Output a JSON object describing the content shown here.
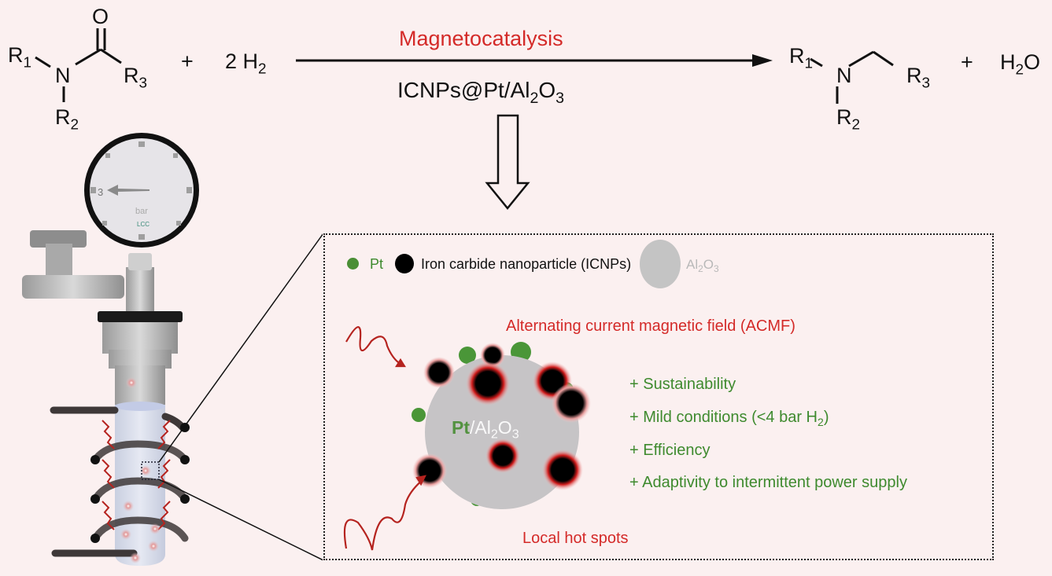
{
  "reactant": {
    "substituents": {
      "r1": "R",
      "r1_sub": "1",
      "r2": "R",
      "r2_sub": "2",
      "r3": "R",
      "r3_sub": "3"
    },
    "atoms": {
      "nitrogen": "N",
      "oxygen": "O"
    }
  },
  "plus_1": "+",
  "hydrogen": {
    "coefficient": "2 H",
    "sub": "2"
  },
  "arrow": {
    "above_label": "Magnetocatalysis",
    "below_label": {
      "prefix": "ICNPs@Pt/Al",
      "sub1": "2",
      "mid": "O",
      "sub2": "3"
    }
  },
  "product": {
    "substituents": {
      "r1": "R",
      "r1_sub": "1",
      "r2": "R",
      "r2_sub": "2",
      "r3": "R",
      "r3_sub": "3"
    },
    "atoms": {
      "nitrogen": "N"
    }
  },
  "plus_2": "+",
  "water": {
    "h": "H",
    "sub": "2",
    "o": "O"
  },
  "gauge": {
    "reading": "3",
    "unit": "bar",
    "logo_text": "LCC"
  },
  "legend": {
    "pt": "Pt",
    "icnp": "Iron carbide nanoparticle (ICNPs)",
    "support": {
      "prefix": "Al",
      "sub1": "2",
      "mid": "O",
      "sub2": "3"
    }
  },
  "acmf_label": "Alternating current magnetic field (ACMF)",
  "particle_label": {
    "pt": "Pt",
    "slash": "/Al",
    "sub1": "2",
    "mid": "O",
    "sub2": "3"
  },
  "advantages": [
    {
      "text": "+ Sustainability"
    },
    {
      "text": "+ Mild conditions (<4 bar H",
      "sub": "2",
      "suffix": ")"
    },
    {
      "text": "+ Efficiency"
    },
    {
      "text": "+ Adaptivity to intermittent power supply"
    }
  ],
  "hotspots_label": "Local hot spots",
  "colors": {
    "background": "#fbf0f0",
    "red": "#d42a28",
    "green": "#3e8a2e",
    "grey": "#bdbdbd",
    "black": "#111111"
  }
}
